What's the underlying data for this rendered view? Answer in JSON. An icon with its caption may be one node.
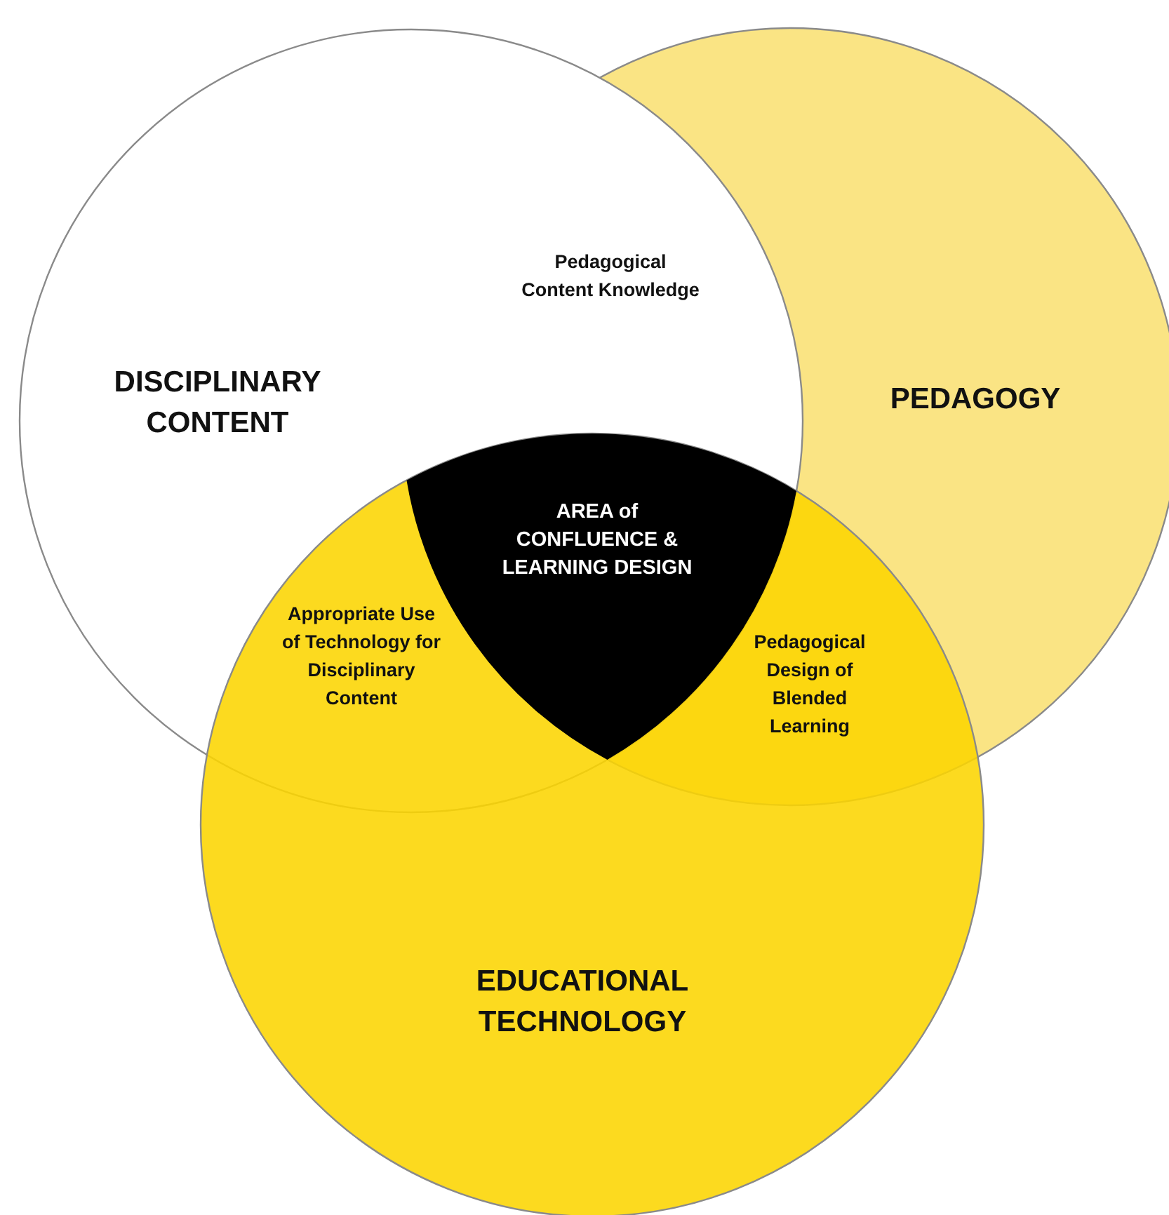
{
  "diagram": {
    "nodes": [
      {
        "text": [
          "DISCIPLINARY CONTENT"
        ]
      },
      {
        "text": [
          "PEDAGOGY"
        ]
      },
      {
        "text": [
          "EDUCATIONAL TECHNOLOGY"
        ]
      },
      {
        "text": [
          "AREA of CONFLUENCE & LEARNING DESIGN"
        ]
      }
    ],
    "edges": [],
    "labels": [
      "Pedagogical Content Knowledge",
      "Appropriate Use of Technology for Disciplinary Content",
      "Pedagogical Design of Blended Learning"
    ]
  }
}
